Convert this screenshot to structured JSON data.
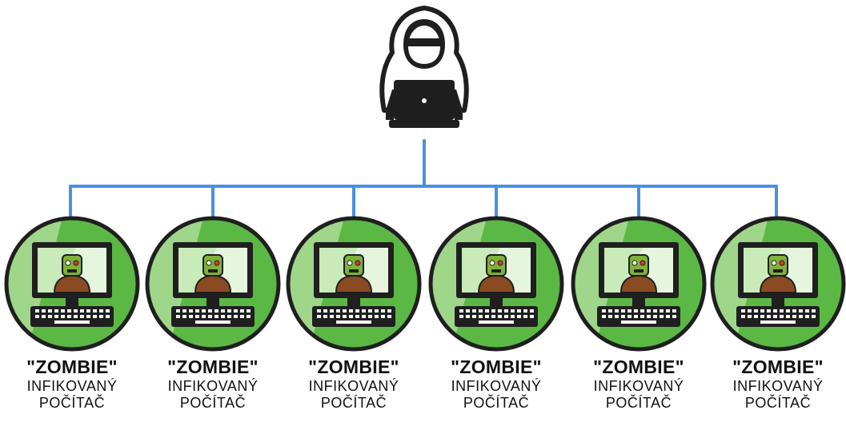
{
  "diagram": {
    "hacker": {
      "icon": "hooded-hacker-with-laptop-icon"
    },
    "nodes": [
      {
        "title": "\"ZOMBIE\"",
        "line2": "INFIKOVANÝ",
        "line3": "POČÍTAČ",
        "icon": "zombie-computer-icon"
      },
      {
        "title": "\"ZOMBIE\"",
        "line2": "INFIKOVANÝ",
        "line3": "POČÍTAČ",
        "icon": "zombie-computer-icon"
      },
      {
        "title": "\"ZOMBIE\"",
        "line2": "INFIKOVANÝ",
        "line3": "POČÍTAČ",
        "icon": "zombie-computer-icon"
      },
      {
        "title": "\"ZOMBIE\"",
        "line2": "INFIKOVANÝ",
        "line3": "POČÍTAČ",
        "icon": "zombie-computer-icon"
      },
      {
        "title": "\"ZOMBIE\"",
        "line2": "INFIKOVANÝ",
        "line3": "POČÍTAČ",
        "icon": "zombie-computer-icon"
      },
      {
        "title": "\"ZOMBIE\"",
        "line2": "INFIKOVANÝ",
        "line3": "POČÍTAČ",
        "icon": "zombie-computer-icon"
      }
    ]
  },
  "colors": {
    "connector": "#4a90e2",
    "circle_light": "#9fd68a",
    "circle_dark": "#5cb845",
    "outline": "#1f1f1f",
    "zombie_skin": "#7fb23a",
    "zombie_shirt": "#8a4b22"
  }
}
